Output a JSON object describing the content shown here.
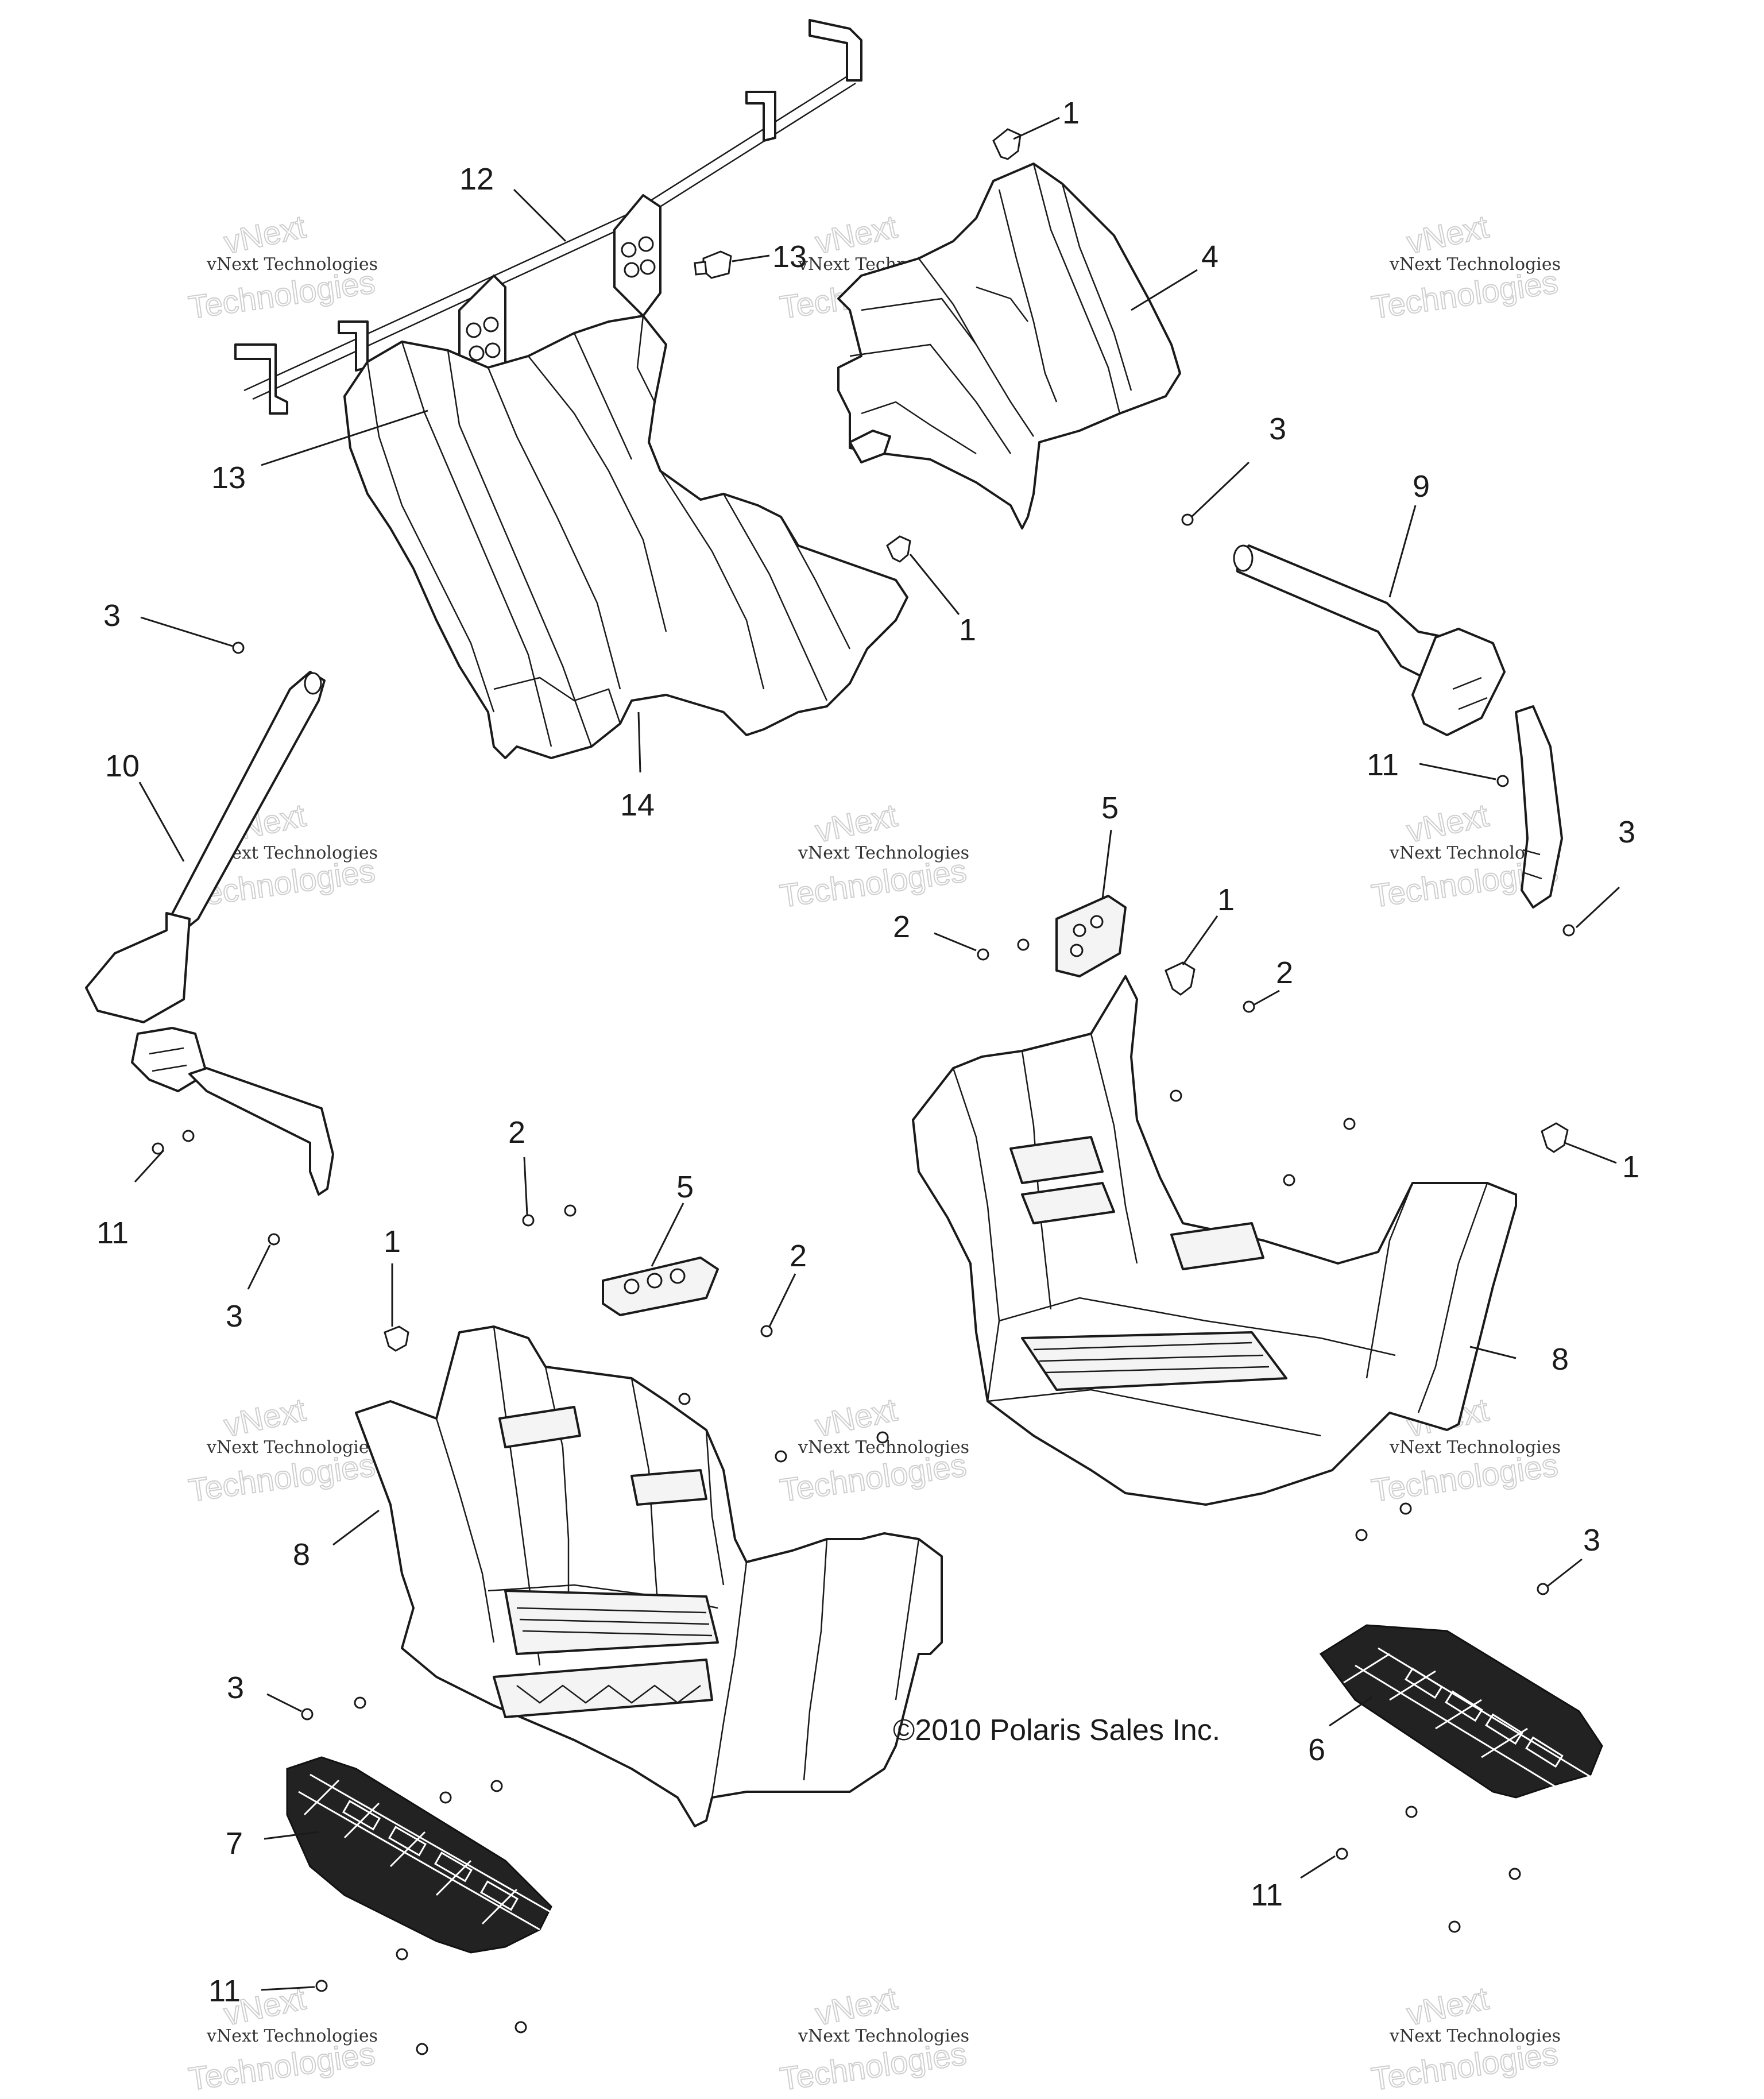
{
  "diagram": {
    "copyright": "©2010 Polaris Sales Inc.",
    "watermark": {
      "line1": "vNext",
      "line2": "vNext Technologies",
      "line3": "Technologies"
    },
    "callouts": [
      {
        "id": "c1a",
        "label": "1"
      },
      {
        "id": "c1b",
        "label": "1"
      },
      {
        "id": "c1c",
        "label": "1"
      },
      {
        "id": "c1d",
        "label": "1"
      },
      {
        "id": "c1e",
        "label": "1"
      },
      {
        "id": "c2a",
        "label": "2"
      },
      {
        "id": "c2b",
        "label": "2"
      },
      {
        "id": "c2c",
        "label": "2"
      },
      {
        "id": "c2d",
        "label": "2"
      },
      {
        "id": "c3a",
        "label": "3"
      },
      {
        "id": "c3b",
        "label": "3"
      },
      {
        "id": "c3c",
        "label": "3"
      },
      {
        "id": "c3d",
        "label": "3"
      },
      {
        "id": "c3e",
        "label": "3"
      },
      {
        "id": "c3f",
        "label": "3"
      },
      {
        "id": "c4",
        "label": "4"
      },
      {
        "id": "c5a",
        "label": "5"
      },
      {
        "id": "c5b",
        "label": "5"
      },
      {
        "id": "c6",
        "label": "6"
      },
      {
        "id": "c7",
        "label": "7"
      },
      {
        "id": "c8a",
        "label": "8"
      },
      {
        "id": "c8b",
        "label": "8"
      },
      {
        "id": "c9",
        "label": "9"
      },
      {
        "id": "c10",
        "label": "10"
      },
      {
        "id": "c11a",
        "label": "11"
      },
      {
        "id": "c11b",
        "label": "11"
      },
      {
        "id": "c11c",
        "label": "11"
      },
      {
        "id": "c11d",
        "label": "11"
      },
      {
        "id": "c12",
        "label": "12"
      },
      {
        "id": "c13a",
        "label": "13"
      },
      {
        "id": "c13b",
        "label": "13"
      },
      {
        "id": "c14",
        "label": "14"
      }
    ]
  }
}
